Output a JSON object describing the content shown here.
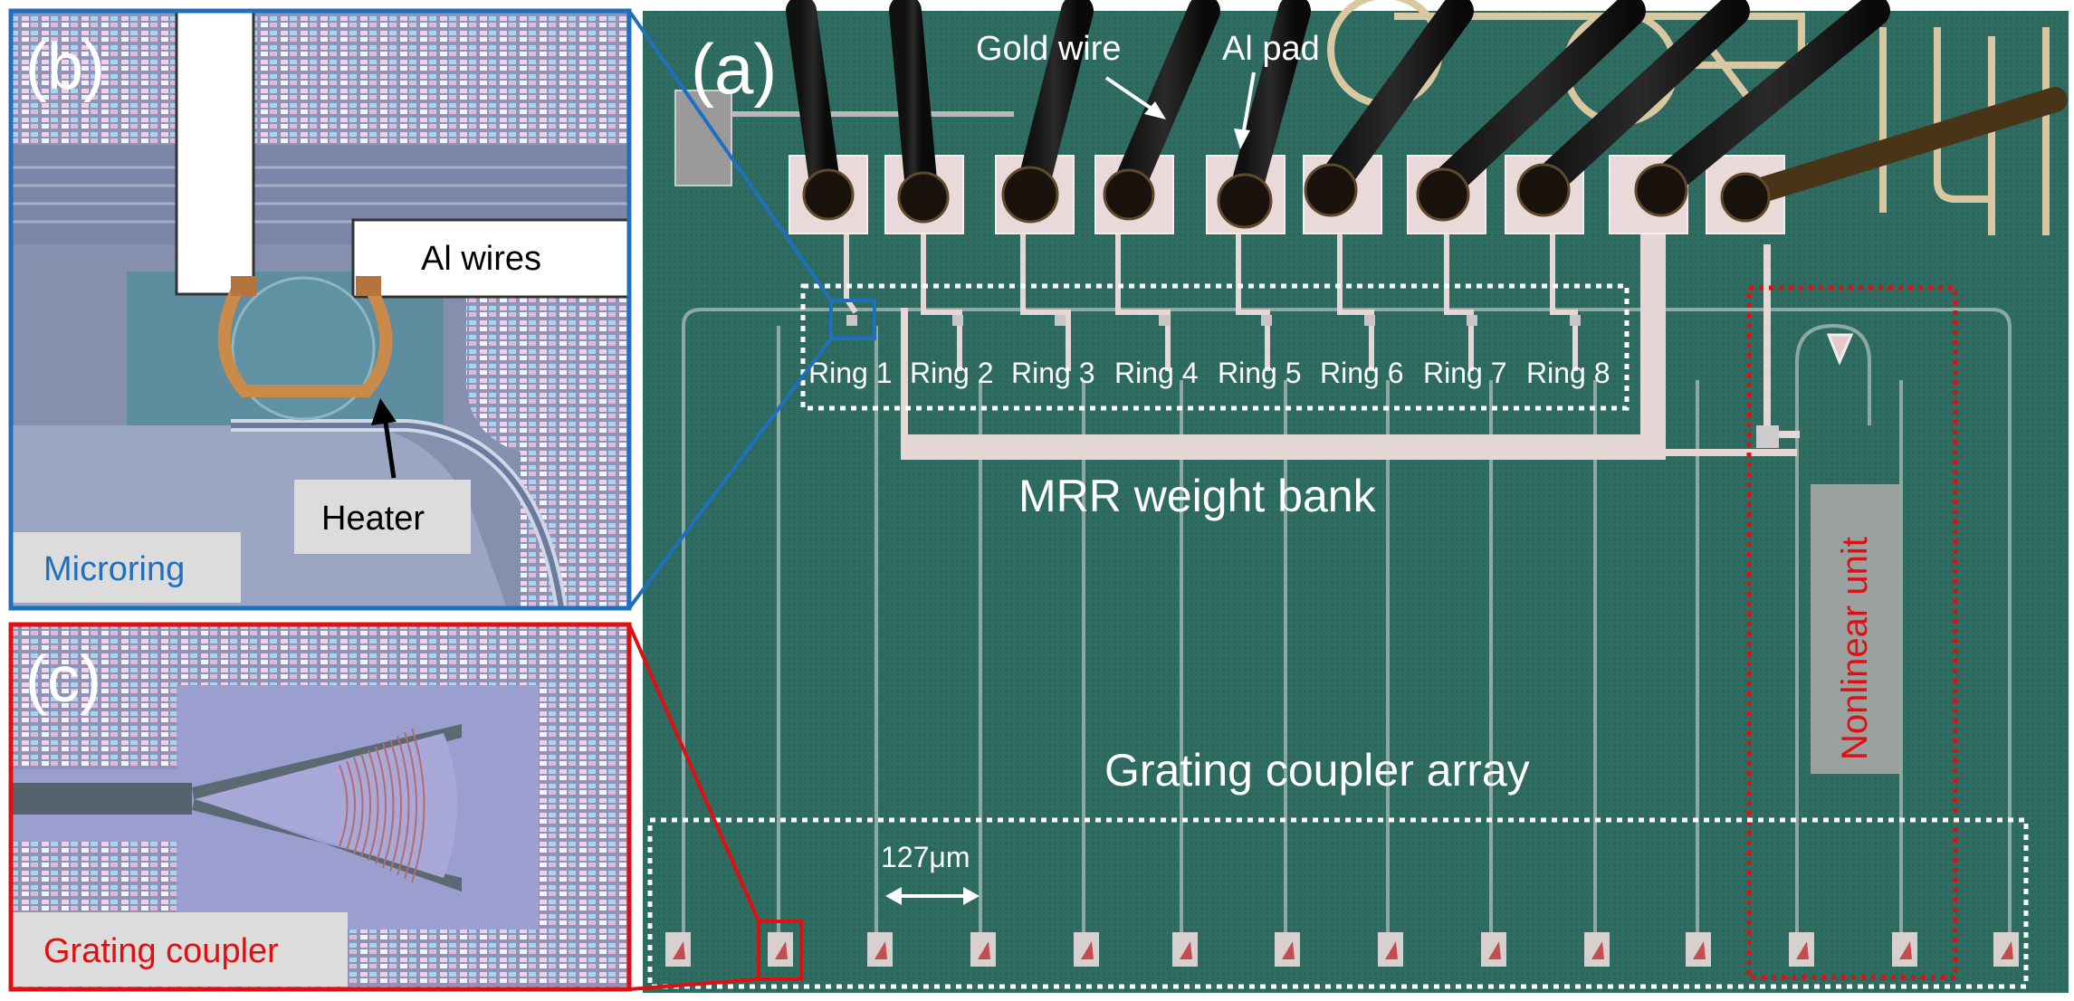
{
  "panels": {
    "a": {
      "tag": "(a)",
      "ring_labels": [
        "Ring 1",
        "Ring 2",
        "Ring 3",
        "Ring 4",
        "Ring 5",
        "Ring 6",
        "Ring 7",
        "Ring 8"
      ],
      "gold_wire": "Gold wire",
      "al_pad": "Al pad",
      "weight_bank": "MRR weight bank",
      "grating_array": "Grating coupler array",
      "pitch": "127μm",
      "nonlinear": "Nonlinear unit"
    },
    "b": {
      "tag": "(b)",
      "al_wires": "Al wires",
      "heater": "Heater",
      "caption": "Microring"
    },
    "c": {
      "tag": "(c)",
      "caption": "Grating coupler"
    }
  },
  "colors": {
    "chip_green": "#2e6b62",
    "inset_blue": "#1f6fbf",
    "inset_red": "#e01010",
    "pad": "#e8dcdc",
    "caption_blue": "#1f6fbf",
    "caption_red": "#e01010"
  }
}
